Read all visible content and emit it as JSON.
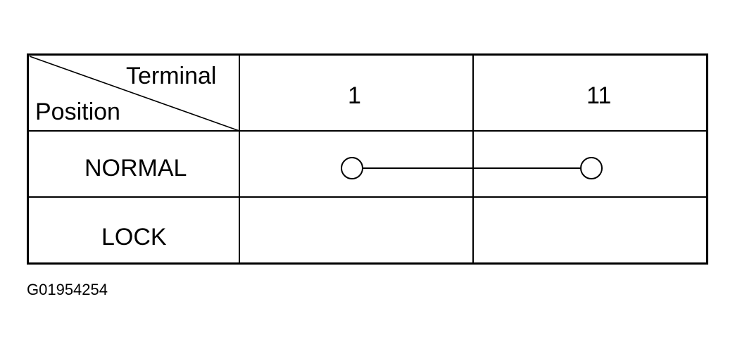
{
  "table": {
    "corner_header": {
      "top_right": "Terminal",
      "bottom_left": "Position"
    },
    "columns": [
      "1",
      "11"
    ],
    "rows": [
      {
        "label": "NORMAL",
        "connected_terminals": [
          "1",
          "11"
        ]
      },
      {
        "label": "LOCK",
        "connected_terminals": []
      }
    ]
  },
  "figure_code": "G01954254"
}
